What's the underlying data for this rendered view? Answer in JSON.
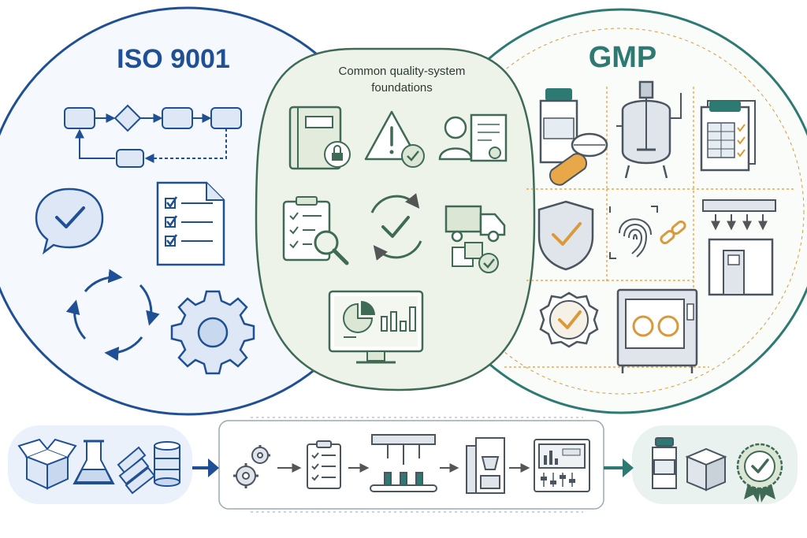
{
  "iso": {
    "title": "ISO 9001",
    "color": "#1f4f94"
  },
  "gmp": {
    "title": "GMP",
    "color": "#2c7a72",
    "accent": "#d99a3c"
  },
  "common": {
    "title_line1": "Common quality-system",
    "title_line2": "foundations",
    "color": "#3f6b56"
  },
  "flow": {
    "inputs": [
      "open-box-icon",
      "flask-icon",
      "pipes-icon",
      "drum-icon"
    ],
    "process": [
      "gears-icon",
      "checklist-icon",
      "filling-line-icon",
      "packaging-machine-icon",
      "control-panel-icon"
    ],
    "outputs": [
      "vial-icon",
      "box-icon",
      "certified-seal-icon"
    ]
  }
}
